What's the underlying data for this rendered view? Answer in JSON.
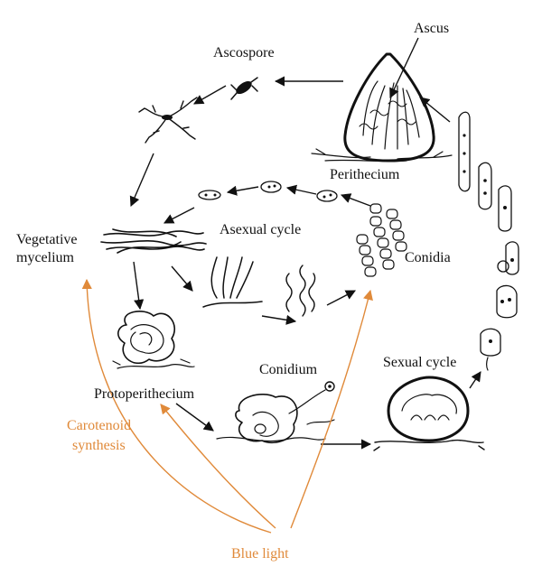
{
  "labels": {
    "ascus": "Ascus",
    "ascospore": "Ascospore",
    "perithecium": "Perithecium",
    "vegetative_mycelium_line1": "Vegetative",
    "vegetative_mycelium_line2": "mycelium",
    "asexual_cycle": "Asexual cycle",
    "conidia": "Conidia",
    "conidium": "Conidium",
    "protoperithecium": "Protoperithecium",
    "sexual_cycle": "Sexual cycle",
    "carotenoid_line1": "Carotenoid",
    "carotenoid_line2": "synthesis",
    "blue_light": "Blue light"
  },
  "colors": {
    "ink": "#111111",
    "light_pathway": "#e08a3a"
  }
}
